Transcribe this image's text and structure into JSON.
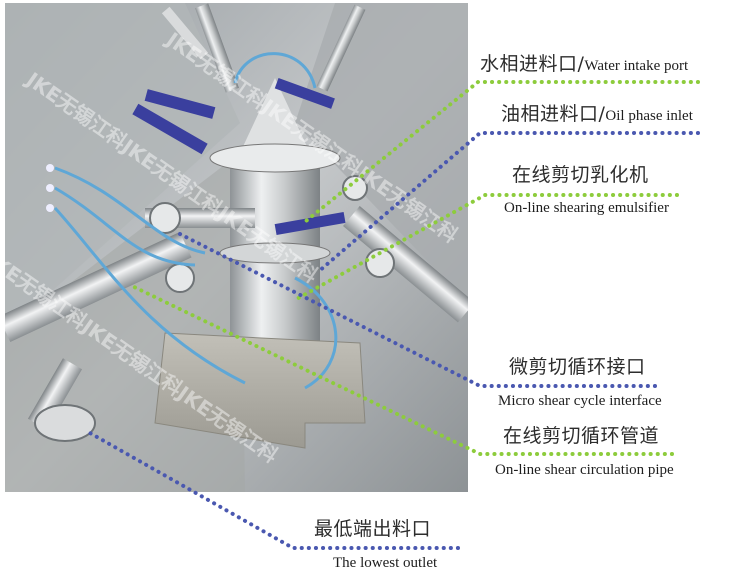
{
  "watermark": "JKE无锡江科JKE无锡江科JKE无锡江科",
  "labels": {
    "water_intake": {
      "cn": "水相进料口/",
      "en": "Water intake port"
    },
    "oil_phase": {
      "cn": "油相进料口/",
      "en": "Oil phase inlet"
    },
    "emulsifier": {
      "cn": "在线剪切乳化机",
      "en": "On-line shearing emulsifier"
    },
    "micro_shear": {
      "cn": "微剪切循环接口",
      "en": "Micro shear cycle interface"
    },
    "circulation_pipe": {
      "cn": "在线剪切循环管道",
      "en": "On-line shear circulation pipe"
    },
    "lowest_outlet": {
      "cn": "最低端出料口",
      "en": "The lowest outlet"
    }
  },
  "colors": {
    "green_dots": "#8dcc3c",
    "blue_dots": "#4a58b0",
    "valve_handle": "#3a3f9e"
  }
}
